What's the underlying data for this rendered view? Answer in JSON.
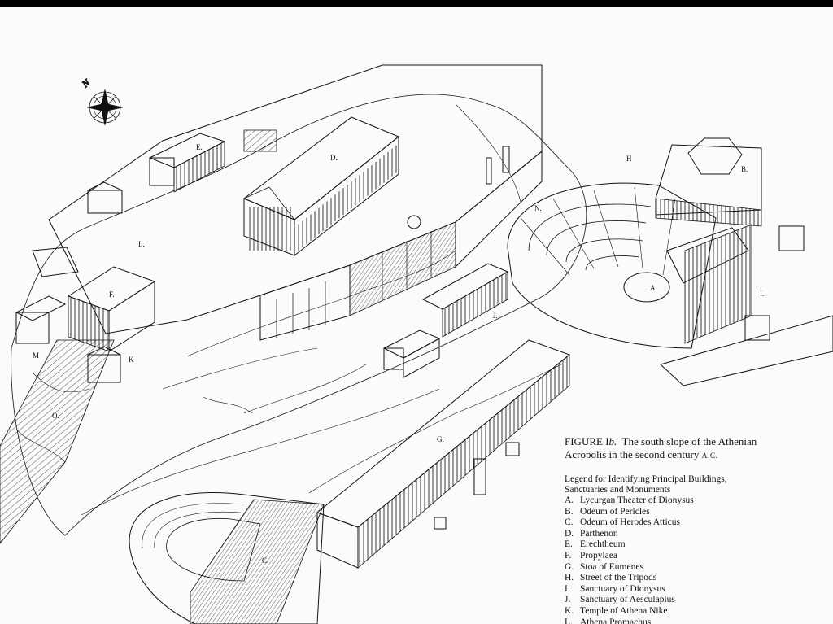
{
  "caption": {
    "figure_label": "FIGURE I",
    "figure_suffix": "b.",
    "title_line1": "The south slope of the Athenian",
    "title_line2": "Acropolis in the second century",
    "era": "A.C."
  },
  "legend": {
    "heading_line1": "Legend for Identifying Principal Buildings,",
    "heading_line2": "Sanctuaries and Monuments",
    "items": [
      {
        "key": "A.",
        "name": "Lycurgan Theater of Dionysus"
      },
      {
        "key": "B.",
        "name": "Odeum of Pericles"
      },
      {
        "key": "C.",
        "name": "Odeum of Herodes Atticus"
      },
      {
        "key": "D.",
        "name": "Parthenon"
      },
      {
        "key": "E.",
        "name": "Erechtheum"
      },
      {
        "key": "F.",
        "name": "Propylaea"
      },
      {
        "key": "G.",
        "name": "Stoa of Eumenes"
      },
      {
        "key": "H.",
        "name": "Street of the Tripods"
      },
      {
        "key": "I.",
        "name": "Sanctuary of Dionysus"
      },
      {
        "key": "J.",
        "name": "Sanctuary of Aesculapius"
      },
      {
        "key": "K.",
        "name": "Temple of Athena Nike"
      },
      {
        "key": "L.",
        "name": "Athena Promachus"
      }
    ]
  },
  "map_labels": {
    "north": "N",
    "A": "A.",
    "B": "B.",
    "C": "C.",
    "D": "D.",
    "E": "E.",
    "F": "F.",
    "G": "G.",
    "H": "H",
    "I": "I.",
    "J": "J.",
    "K": "K",
    "L": "L.",
    "M": "M",
    "N": "N.",
    "O": "O."
  },
  "colors": {
    "ink": "#111111",
    "paper": "#fbfbf9",
    "frame": "#000000"
  }
}
